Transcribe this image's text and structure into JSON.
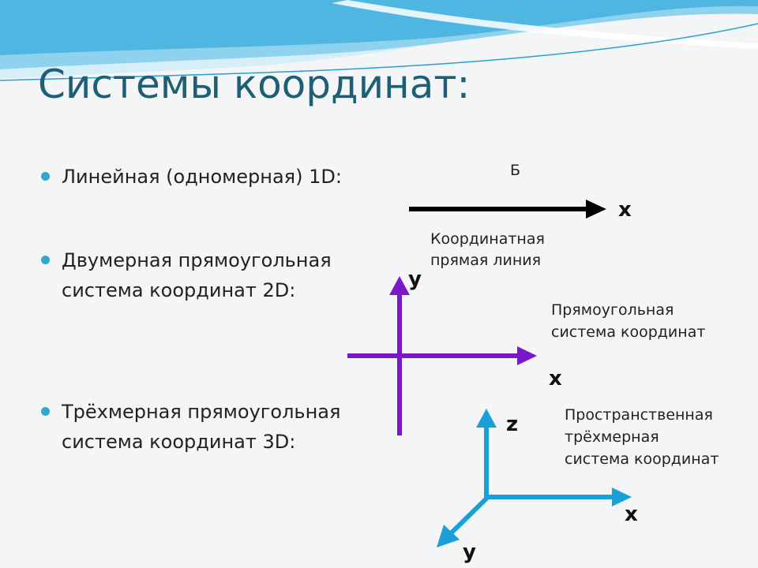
{
  "slide": {
    "title": "Системы координат:",
    "bullets": [
      {
        "text": "Линейная (одномерная) 1D:"
      },
      {
        "text": "Двумерная прямоугольная\nсистема координат 2D:"
      },
      {
        "text": "Трёхмерная прямоугольная\nсистема координат  3D:"
      }
    ]
  },
  "diagram_1d": {
    "top_label": "Б",
    "axis_x": "x",
    "caption_line1": "Координатная",
    "caption_line2": "прямая линия",
    "color": "#000000"
  },
  "diagram_2d": {
    "axis_x": "x",
    "axis_y": "y",
    "caption_line1": "Прямоугольная",
    "caption_line2": "система координат",
    "color": "#7a17c9"
  },
  "diagram_3d": {
    "axis_x": "x",
    "axis_y": "y",
    "axis_z": "z",
    "caption_line1": "Пространственная",
    "caption_line2": "трёхмерная",
    "caption_line3": "система координат",
    "color": "#1aa0d8"
  },
  "colors": {
    "title": "#1d5f75",
    "bullet": "#2fa8d2",
    "wave_light": "#bfe6f4",
    "wave_mid": "#6cc3e6",
    "wave_dark": "#2a9fd3"
  }
}
